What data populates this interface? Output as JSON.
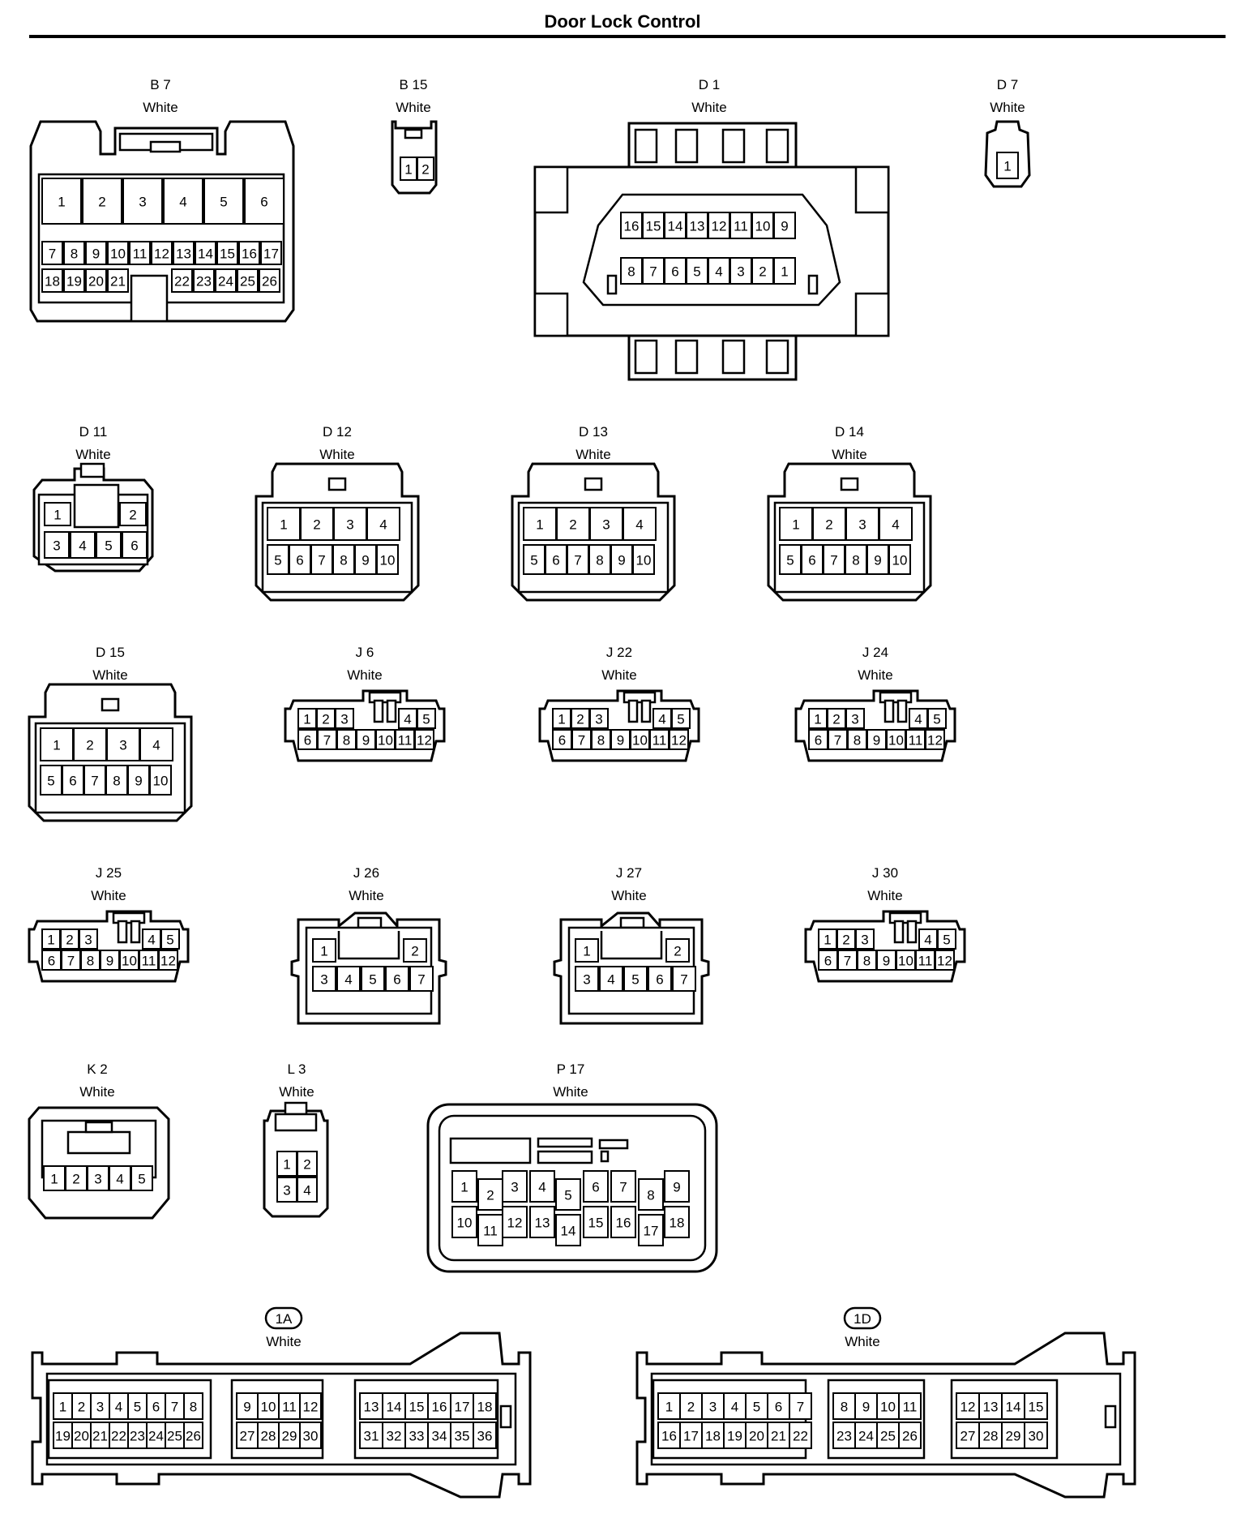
{
  "page": {
    "title": "Door Lock Control"
  },
  "connectors": [
    {
      "id": "B 7",
      "color": "White",
      "pins": [
        "1",
        "2",
        "3",
        "4",
        "5",
        "6",
        "7",
        "8",
        "9",
        "10",
        "11",
        "12",
        "13",
        "14",
        "15",
        "16",
        "17",
        "18",
        "19",
        "20",
        "21",
        "22",
        "23",
        "24",
        "25",
        "26"
      ]
    },
    {
      "id": "B 15",
      "color": "White",
      "pins": [
        "1",
        "2"
      ]
    },
    {
      "id": "D 1",
      "color": "White",
      "pins": [
        "16",
        "15",
        "14",
        "13",
        "12",
        "11",
        "10",
        "9",
        "8",
        "7",
        "6",
        "5",
        "4",
        "3",
        "2",
        "1"
      ]
    },
    {
      "id": "D 7",
      "color": "White",
      "pins": [
        "1"
      ]
    },
    {
      "id": "D 11",
      "color": "White",
      "pins": [
        "1",
        "2",
        "3",
        "4",
        "5",
        "6"
      ]
    },
    {
      "id": "D 12",
      "color": "White",
      "pins": [
        "1",
        "2",
        "3",
        "4",
        "5",
        "6",
        "7",
        "8",
        "9",
        "10"
      ]
    },
    {
      "id": "D 13",
      "color": "White",
      "pins": [
        "1",
        "2",
        "3",
        "4",
        "5",
        "6",
        "7",
        "8",
        "9",
        "10"
      ]
    },
    {
      "id": "D 14",
      "color": "White",
      "pins": [
        "1",
        "2",
        "3",
        "4",
        "5",
        "6",
        "7",
        "8",
        "9",
        "10"
      ]
    },
    {
      "id": "D 15",
      "color": "White",
      "pins": [
        "1",
        "2",
        "3",
        "4",
        "5",
        "6",
        "7",
        "8",
        "9",
        "10"
      ]
    },
    {
      "id": "J 6",
      "color": "White",
      "pins": [
        "1",
        "2",
        "3",
        "4",
        "5",
        "6",
        "7",
        "8",
        "9",
        "10",
        "11",
        "12"
      ]
    },
    {
      "id": "J 22",
      "color": "White",
      "pins": [
        "1",
        "2",
        "3",
        "4",
        "5",
        "6",
        "7",
        "8",
        "9",
        "10",
        "11",
        "12"
      ]
    },
    {
      "id": "J 24",
      "color": "White",
      "pins": [
        "1",
        "2",
        "3",
        "4",
        "5",
        "6",
        "7",
        "8",
        "9",
        "10",
        "11",
        "12"
      ]
    },
    {
      "id": "J 25",
      "color": "White",
      "pins": [
        "1",
        "2",
        "3",
        "4",
        "5",
        "6",
        "7",
        "8",
        "9",
        "10",
        "11",
        "12"
      ]
    },
    {
      "id": "J 26",
      "color": "White",
      "pins": [
        "1",
        "2",
        "3",
        "4",
        "5",
        "6",
        "7"
      ]
    },
    {
      "id": "J 27",
      "color": "White",
      "pins": [
        "1",
        "2",
        "3",
        "4",
        "5",
        "6",
        "7"
      ]
    },
    {
      "id": "J 30",
      "color": "White",
      "pins": [
        "1",
        "2",
        "3",
        "4",
        "5",
        "6",
        "7",
        "8",
        "9",
        "10",
        "11",
        "12"
      ]
    },
    {
      "id": "K 2",
      "color": "White",
      "pins": [
        "1",
        "2",
        "3",
        "4",
        "5"
      ]
    },
    {
      "id": "L 3",
      "color": "White",
      "pins": [
        "1",
        "2",
        "3",
        "4"
      ]
    },
    {
      "id": "P 17",
      "color": "White",
      "pins": [
        "1",
        "2",
        "3",
        "4",
        "5",
        "6",
        "7",
        "8",
        "9",
        "10",
        "11",
        "12",
        "13",
        "14",
        "15",
        "16",
        "17",
        "18"
      ]
    },
    {
      "id": "1A",
      "color": "White",
      "pins": [
        "1",
        "2",
        "3",
        "4",
        "5",
        "6",
        "7",
        "8",
        "9",
        "10",
        "11",
        "12",
        "13",
        "14",
        "15",
        "16",
        "17",
        "18",
        "19",
        "20",
        "21",
        "22",
        "23",
        "24",
        "25",
        "26",
        "27",
        "28",
        "29",
        "30",
        "31",
        "32",
        "33",
        "34",
        "35",
        "36"
      ]
    },
    {
      "id": "1D",
      "color": "White",
      "pins": [
        "1",
        "2",
        "3",
        "4",
        "5",
        "6",
        "7",
        "8",
        "9",
        "10",
        "11",
        "12",
        "13",
        "14",
        "15",
        "16",
        "17",
        "18",
        "19",
        "20",
        "21",
        "22",
        "23",
        "24",
        "25",
        "26",
        "27",
        "28",
        "29",
        "30"
      ]
    }
  ]
}
